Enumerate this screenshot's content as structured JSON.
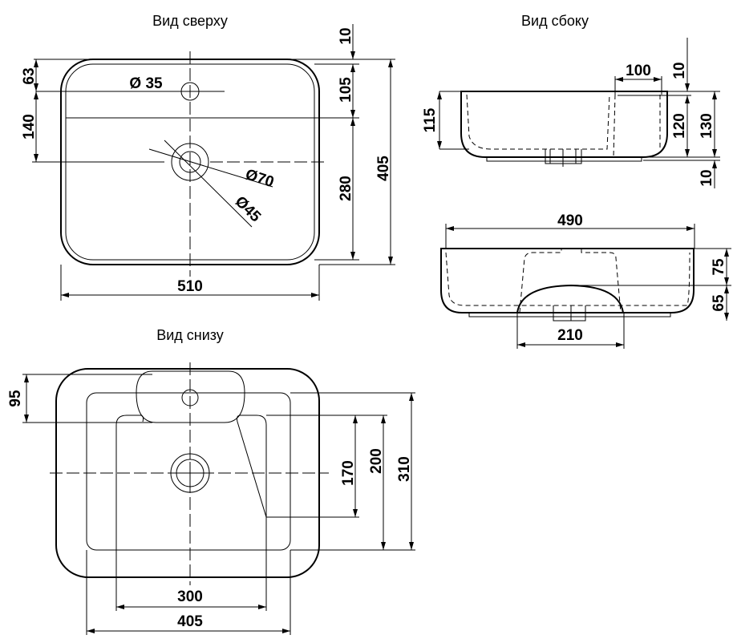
{
  "views": {
    "top": {
      "title": "Вид сверху",
      "dims": {
        "d63": "63",
        "d140": "140",
        "d10": "10",
        "d105": "105",
        "d280": "280",
        "d405": "405",
        "d510": "510",
        "hole": "Ø 35",
        "outer_drain": "Ø70",
        "inner_drain": "Ø45"
      }
    },
    "side": {
      "title": "Вид сбоку",
      "dims": {
        "d115": "115",
        "d100": "100",
        "d10a": "10",
        "d120": "120",
        "d130": "130",
        "d10b": "10"
      }
    },
    "front": {
      "dims": {
        "d490": "490",
        "d75": "75",
        "d65": "65",
        "d210": "210"
      }
    },
    "bottom": {
      "title": "Вид снизу",
      "dims": {
        "d95": "95",
        "d170": "170",
        "d200": "200",
        "d310": "310",
        "d300": "300",
        "d405": "405"
      }
    }
  }
}
